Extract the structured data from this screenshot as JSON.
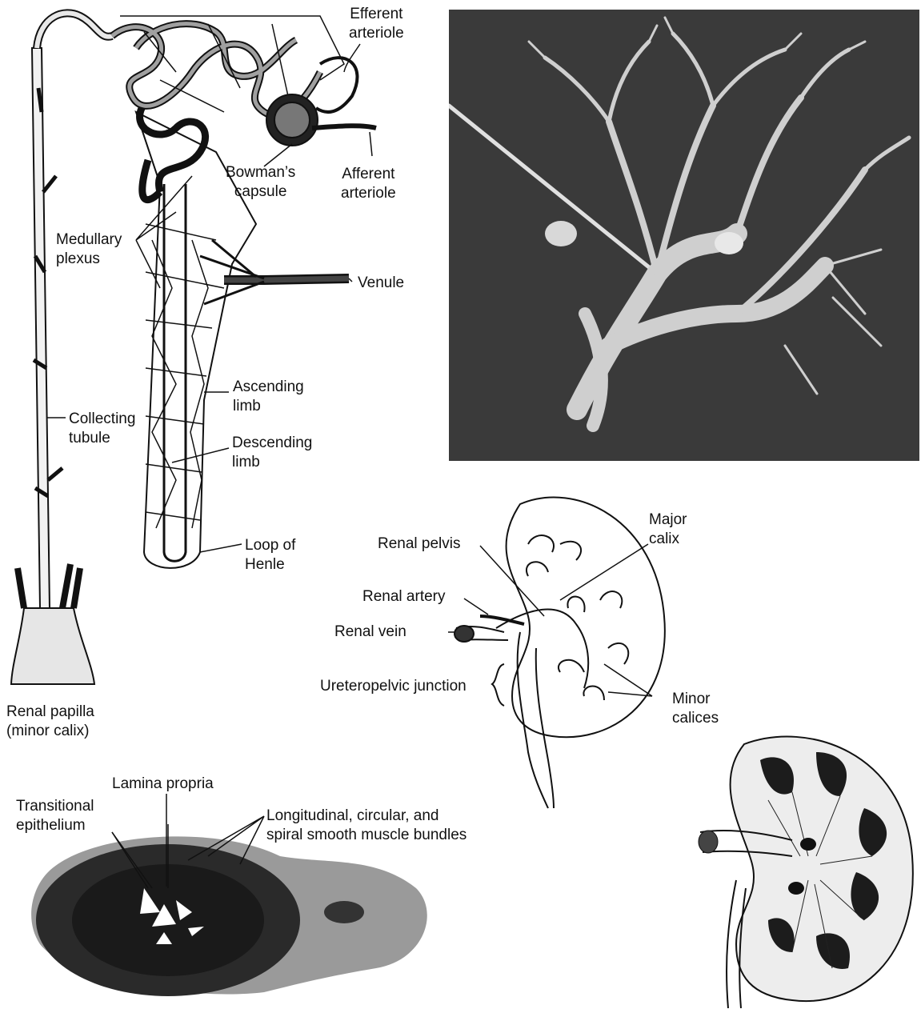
{
  "nephron": {
    "efferent_arteriole": "Efferent\narteriole",
    "afferent_arteriole": "Afferent\narteriole",
    "bowmans_capsule": "Bowman’s\ncapsule",
    "medullary_plexus": "Medullary\nplexus",
    "venule": "Venule",
    "ascending_limb": "Ascending\nlimb",
    "descending_limb": "Descending\nlimb",
    "collecting_tubule": "Collecting\ntubule",
    "loop_of_henle": "Loop of\nHenle",
    "renal_papilla": "Renal papilla\n(minor calix)"
  },
  "kidney": {
    "major_calix": "Major\ncalix",
    "renal_pelvis": "Renal pelvis",
    "renal_artery": "Renal artery",
    "renal_vein": "Renal vein",
    "ureteropelvic_junction": "Ureteropelvic junction",
    "minor_calices": "Minor\ncalices"
  },
  "ureter_section": {
    "lamina_propria": "Lamina propria",
    "transitional_epithelium": "Transitional\nepithelium",
    "muscle_bundles": "Longitudinal, circular, and\nspiral smooth muscle bundles"
  },
  "colors": {
    "ink": "#111111",
    "photo_bg": "#3a3a3a",
    "cast": "#d9d9d9",
    "section": "#2a2a2a"
  }
}
